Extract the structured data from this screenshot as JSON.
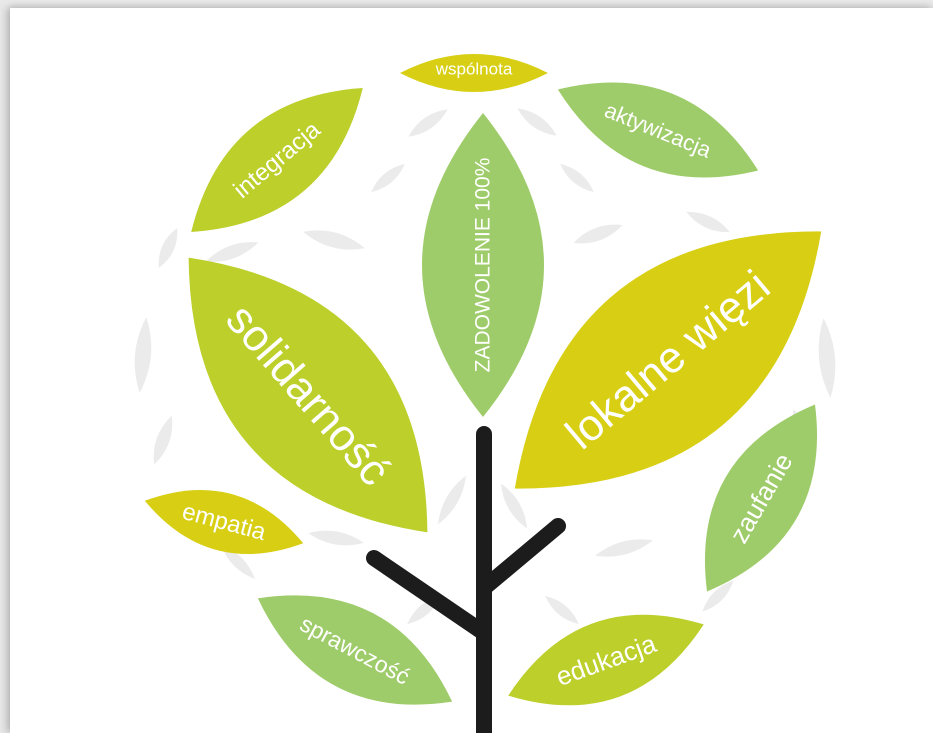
{
  "colors": {
    "background": "#ffffff",
    "lime": "#bccf2a",
    "yellow": "#d8cf15",
    "green": "#9fcc6a",
    "pale_leaf": "#ebebeb",
    "trunk": "#1c1c1c",
    "label": "#ffffff"
  },
  "leaves": [
    {
      "id": "wspolnota",
      "label": "wspólnota",
      "color": "yellow"
    },
    {
      "id": "aktywizacja",
      "label": "aktywizacja",
      "color": "green"
    },
    {
      "id": "integracja",
      "label": "integracja",
      "color": "lime"
    },
    {
      "id": "zadowolenie",
      "label": "ZADOWOLENIE 100%",
      "color": "green"
    },
    {
      "id": "solidarnosc",
      "label": "solidarność",
      "color": "lime"
    },
    {
      "id": "lokalne-wiezi",
      "label": "lokalne więzi",
      "color": "yellow"
    },
    {
      "id": "empatia",
      "label": "empatia",
      "color": "yellow"
    },
    {
      "id": "zaufanie",
      "label": "zaufanie",
      "color": "green"
    },
    {
      "id": "sprawczosc",
      "label": "sprawczość",
      "color": "green"
    },
    {
      "id": "edukacja",
      "label": "edukacja",
      "color": "lime"
    }
  ]
}
